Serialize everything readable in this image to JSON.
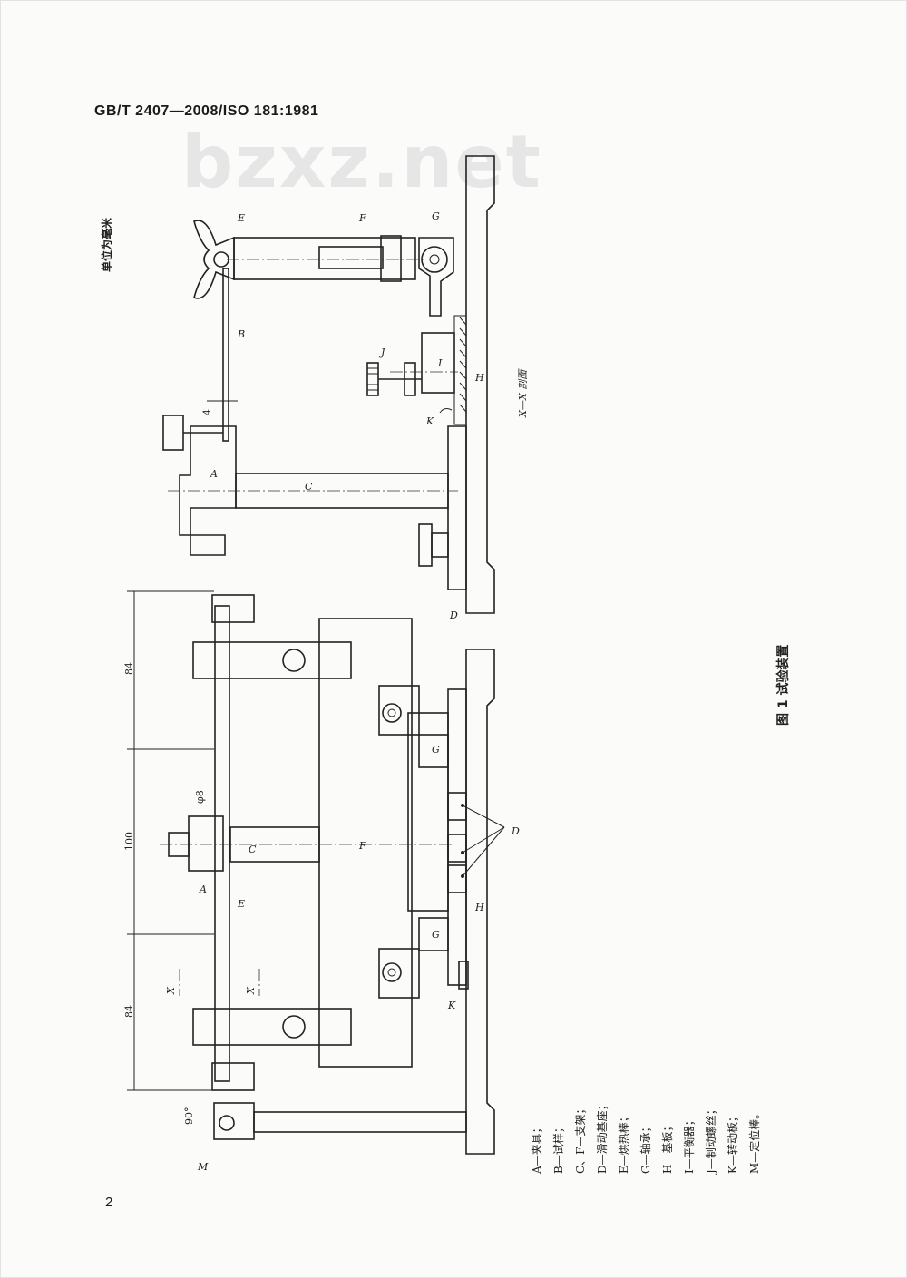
{
  "header": {
    "standard": "GB/T 2407—2008/ISO 181:1981"
  },
  "watermark": "bzxz.net",
  "units_note": "单位为毫米",
  "section_label": "X—X 剖面",
  "figure": {
    "caption": "图 1  试验装置"
  },
  "labels": {
    "A": "A",
    "B": "B",
    "C": "C",
    "D": "D",
    "E": "E",
    "F": "F",
    "G": "G",
    "H": "H",
    "I": "I",
    "J": "J",
    "K": "K",
    "M": "M",
    "X": "X"
  },
  "dimensions": {
    "d84a": "84",
    "d100": "100",
    "d84b": "84",
    "phi8": "φ8",
    "gap4": "4",
    "angle90": "90°"
  },
  "legend": [
    "A—夹具；",
    "B—试样；",
    "C、F—支架；",
    "D—滑动基座；",
    "E—烘热棒；",
    "G—轴承；",
    "H—基板；",
    "I—平衡器；",
    "J—制动螺丝；",
    "K—转动板；",
    "M—定位棒。"
  ],
  "page_number": "2"
}
